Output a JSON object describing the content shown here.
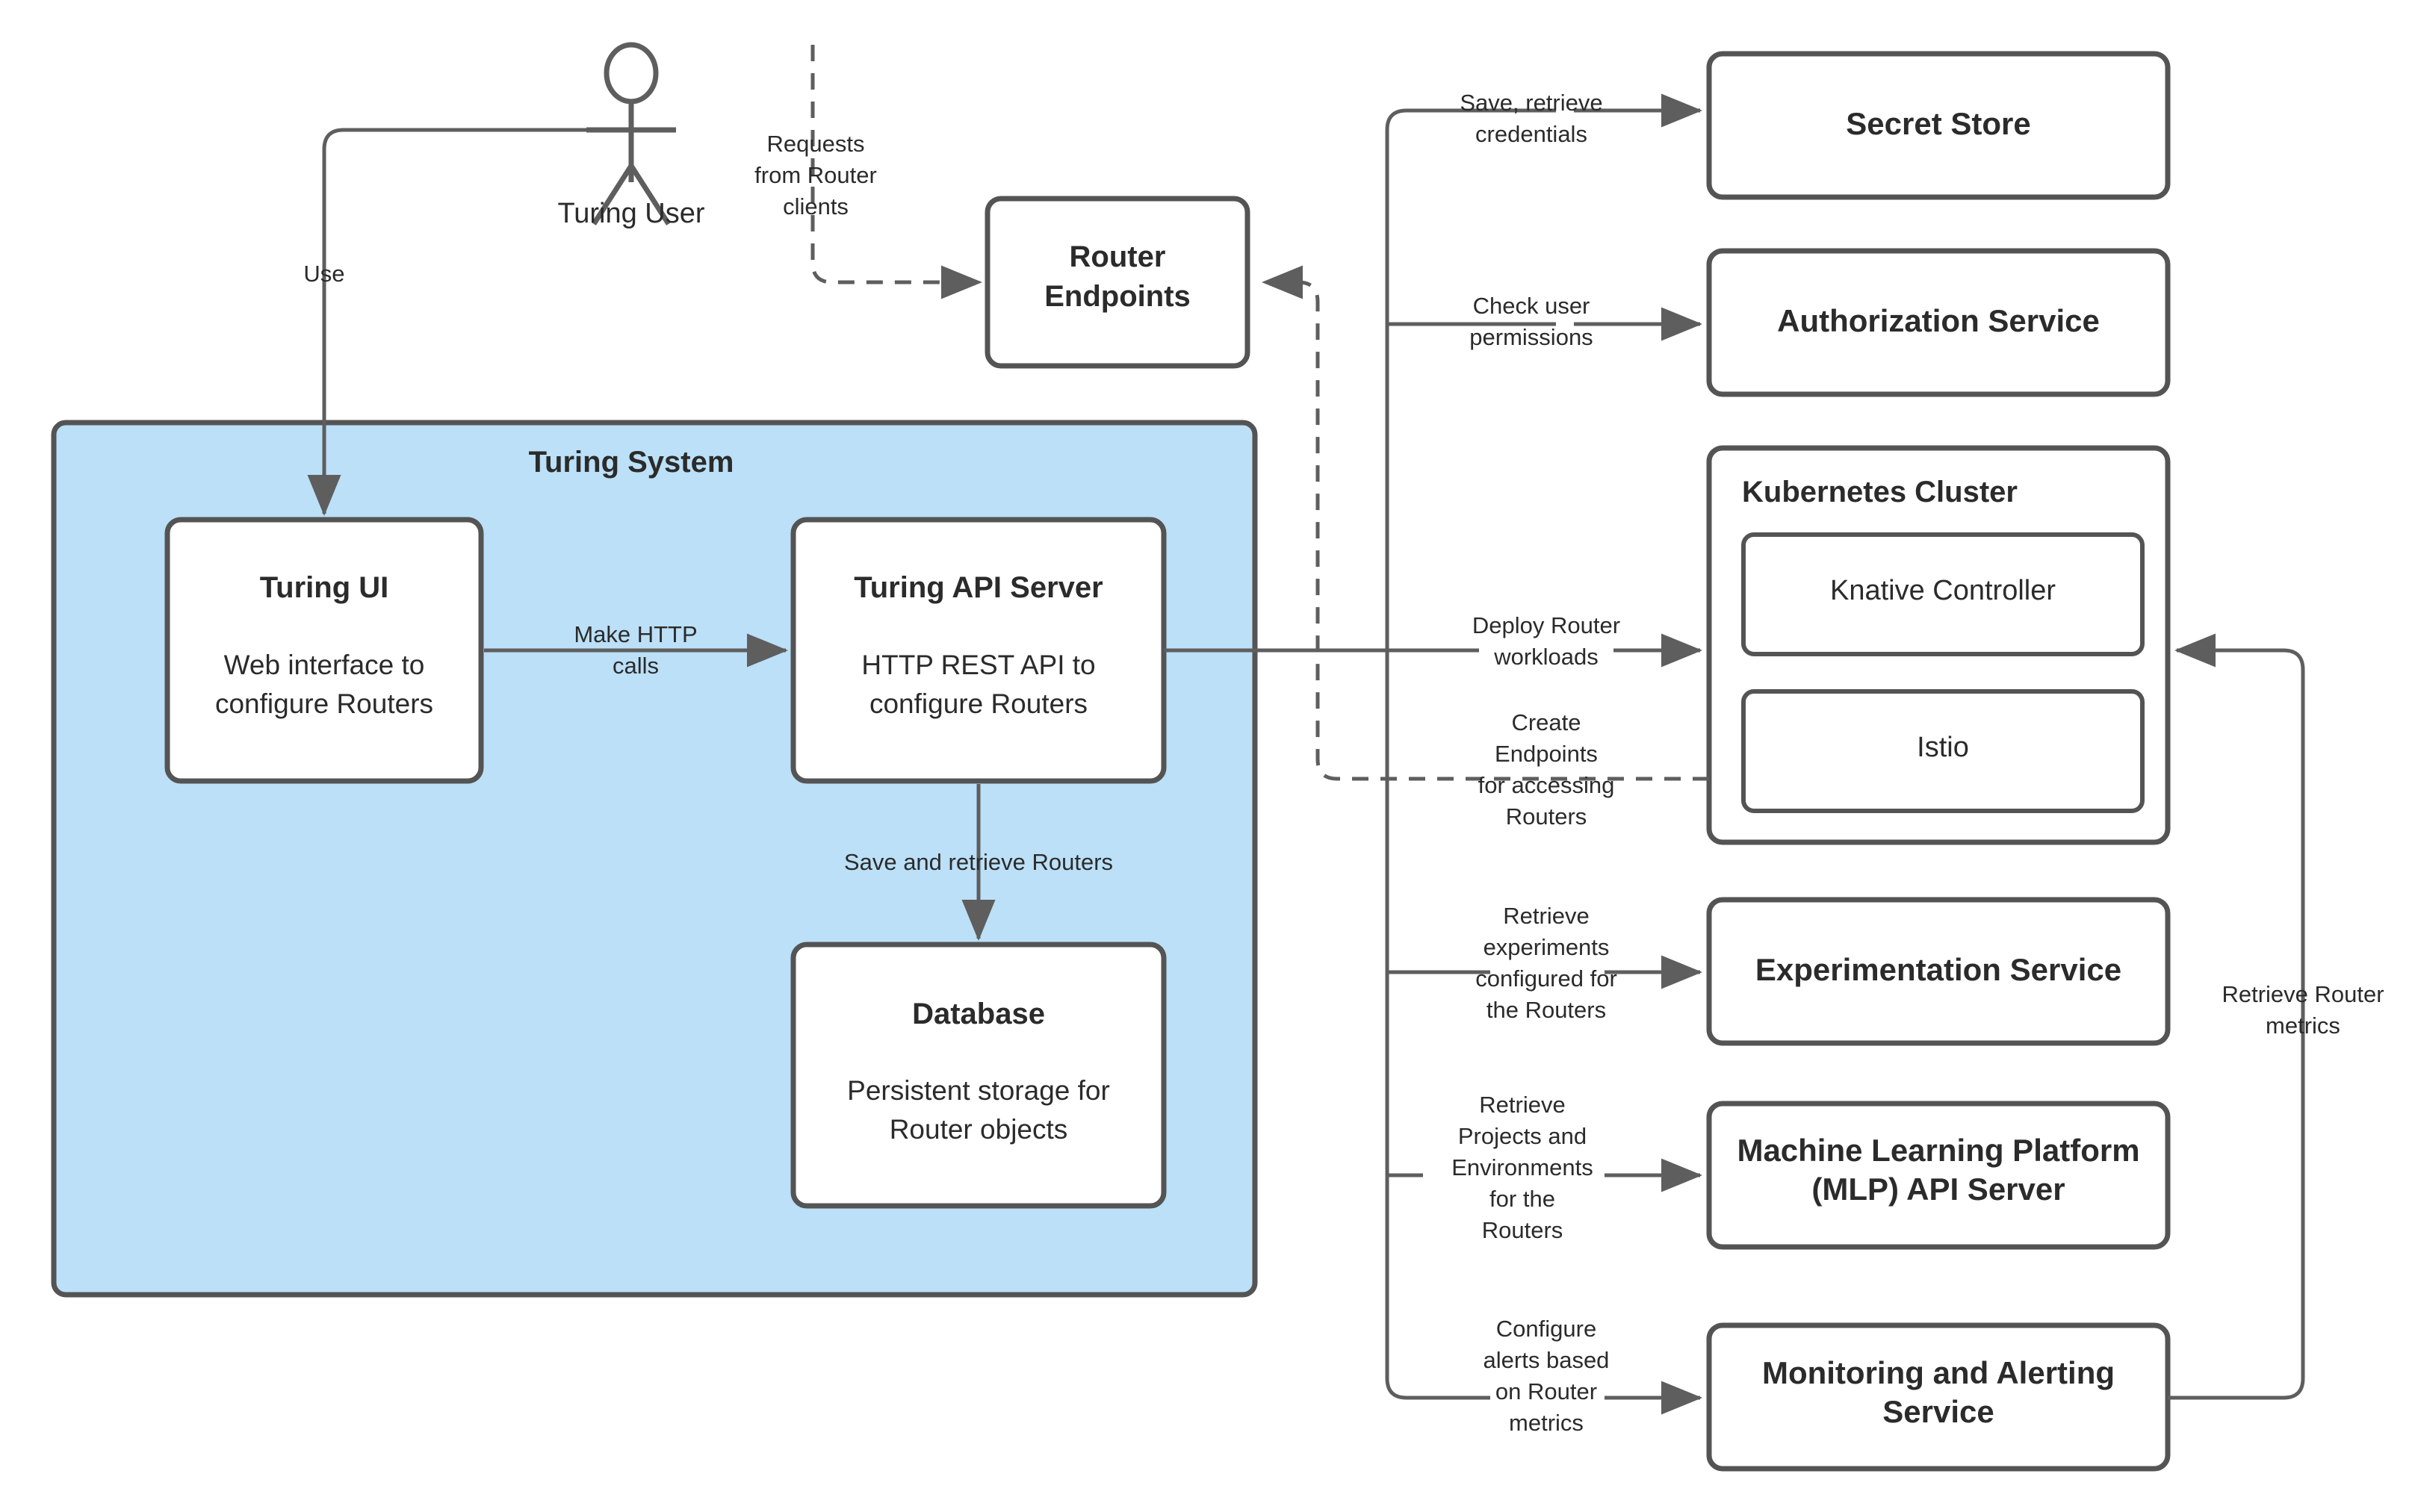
{
  "diagram": {
    "title": "Turing System Architecture",
    "colors": {
      "system_fill": "#bbe0f7",
      "node_fill": "#ffffff",
      "stroke": "#545454",
      "edge": "#5e5e5e",
      "text": "#2b2b2b"
    }
  },
  "actor": {
    "label": "Turing User"
  },
  "system": {
    "label": "Turing System",
    "nodes": [
      {
        "title": "Turing UI",
        "desc_line1": "Web interface to",
        "desc_line2": "configure Routers"
      },
      {
        "title": "Turing API Server",
        "desc_line1": "HTTP REST API to",
        "desc_line2": "configure Routers"
      },
      {
        "title": "Database",
        "desc_line1": "Persistent storage for",
        "desc_line2": "Router objects"
      }
    ]
  },
  "router_endpoints": {
    "title_line1": "Router",
    "title_line2": "Endpoints"
  },
  "external_nodes": [
    {
      "name": "secret-store",
      "title": "Secret Store"
    },
    {
      "name": "authorization-service",
      "title": "Authorization Service"
    },
    {
      "name": "kubernetes-cluster",
      "title": "Kubernetes Cluster",
      "children": [
        {
          "name": "knative-controller",
          "title": "Knative Controller"
        },
        {
          "name": "istio",
          "title": "Istio"
        }
      ]
    },
    {
      "name": "experimentation-service",
      "title": "Experimentation Service"
    },
    {
      "name": "mlp-api-server",
      "title_line1": "Machine Learning Platform",
      "title_line2": "(MLP) API Server"
    },
    {
      "name": "monitoring-alerting-service",
      "title_line1": "Monitoring and Alerting",
      "title_line2": "Service"
    }
  ],
  "edge_labels": {
    "use": "Use",
    "requests_from_router_clients": [
      "Requests",
      "from Router",
      "clients"
    ],
    "make_http_calls": [
      "Make HTTP",
      "calls"
    ],
    "save_and_retrieve_routers": "Save and retrieve Routers",
    "save_retrieve_credentials": [
      "Save, retrieve",
      "credentials"
    ],
    "check_user_permissions": [
      "Check user",
      "permissions"
    ],
    "deploy_router_workloads": [
      "Deploy Router",
      "workloads"
    ],
    "create_endpoints_for_accessing_routers": [
      "Create",
      "Endpoints",
      "for accessing",
      "Routers"
    ],
    "retrieve_experiments": [
      "Retrieve",
      "experiments",
      "configured for",
      "the Routers"
    ],
    "retrieve_projects_environments": [
      "Retrieve",
      "Projects and",
      "Environments",
      "for the",
      "Routers"
    ],
    "configure_alerts": [
      "Configure",
      "alerts based",
      "on Router",
      "metrics"
    ],
    "retrieve_router_metrics": [
      "Retrieve Router",
      "metrics"
    ]
  }
}
